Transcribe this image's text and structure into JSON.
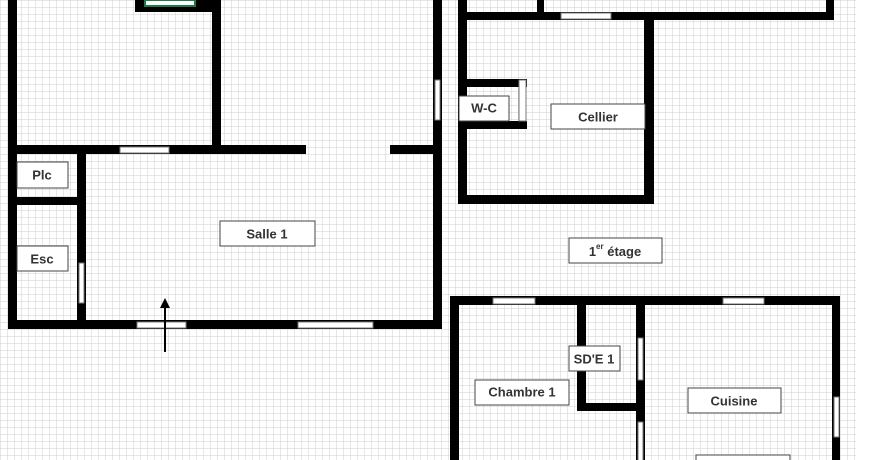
{
  "plan": {
    "floor_label": {
      "ordinal": "1",
      "suffix": "er",
      "word": " étage"
    },
    "rooms": {
      "plc": "Plc",
      "esc": "Esc",
      "salle1": "Salle 1",
      "wc": "W-C",
      "cellier": "Cellier",
      "sde1": "SD'E 1",
      "chambre1": "Chambre 1",
      "cuisine": "Cuisine"
    }
  },
  "colors": {
    "wall": "#000000",
    "grid": "#cfcfcf",
    "background": "#ffffff",
    "fixture": "#1f7a4a"
  }
}
